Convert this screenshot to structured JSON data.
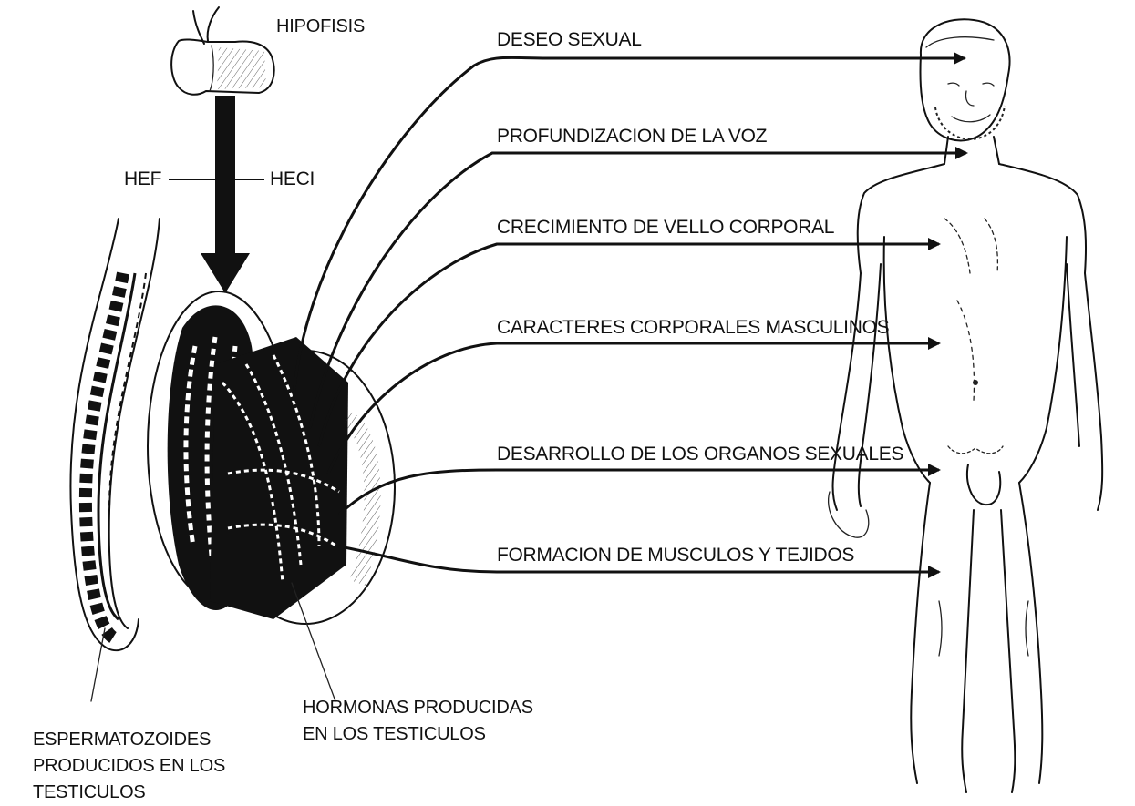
{
  "pituitary_label": "HIPOFISIS",
  "hormone_left": "HEF",
  "hormone_right": "HECI",
  "effects": [
    "DESEO SEXUAL",
    "PROFUNDIZACION DE LA VOZ",
    "CRECIMIENTO DE VELLO CORPORAL",
    "CARACTERES CORPORALES MASCULINOS",
    "DESARROLLO DE LOS ORGANOS SEXUALES",
    "FORMACION DE MUSCULOS Y TEJIDOS"
  ],
  "sperm_label": [
    "ESPERMATOZOIDES",
    "PRODUCIDOS EN LOS",
    "TESTICULOS"
  ],
  "hormones_label": [
    "HORMONAS PRODUCIDAS",
    "EN LOS TESTICULOS"
  ]
}
